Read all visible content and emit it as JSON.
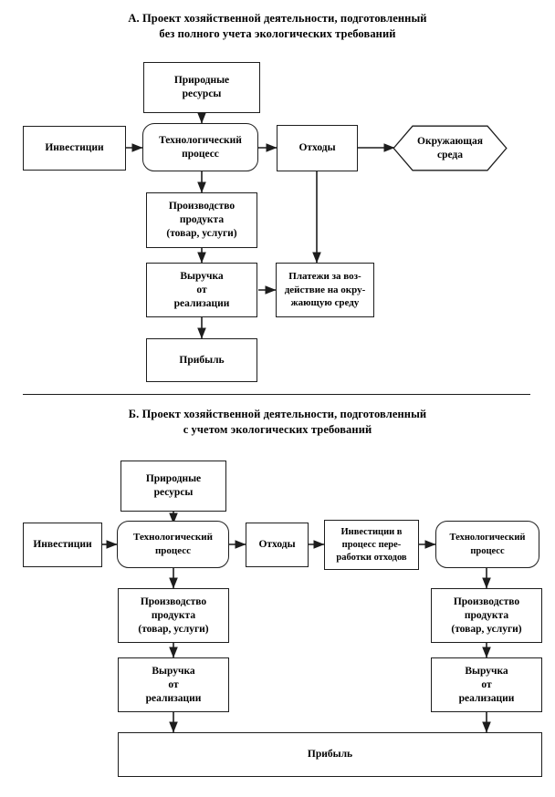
{
  "document": {
    "type": "flow-diagram",
    "language": "ru",
    "line_color": "#1d1d1d",
    "background": "#ffffff"
  },
  "section_a": {
    "title_line1": "А. Проект хозяйственной деятельности, подготовленный",
    "title_line2": "без полного учета экологических требований",
    "nodes": {
      "natural_resources": "Природные\nресурсы",
      "investments": "Инвестиции",
      "tech_process": "Технологический\nпроцесс",
      "waste": "Отходы",
      "environment": "Окружающая\nсреда",
      "production": "Производство\nпродукта\n(товар, услуги)",
      "revenue": "Выручка\nот\nреализации",
      "payments": "Платежи за воз-\nдействие на окру-\nжающую среду",
      "profit": "Прибыль"
    }
  },
  "section_b": {
    "title_line1": "Б. Проект хозяйственной деятельности, подготовленный",
    "title_line2": "с учетом экологических требований",
    "nodes": {
      "natural_resources": "Природные\nресурсы",
      "investments": "Инвестиции",
      "tech_process_1": "Технологический\nпроцесс",
      "waste": "Отходы",
      "waste_investments": "Инвестиции в\nпроцесс пере-\nработки отходов",
      "tech_process_2": "Технологический\nпроцесс",
      "production_1": "Производство\nпродукта\n(товар, услуги)",
      "production_2": "Производство\nпродукта\n(товар, услуги)",
      "revenue_1": "Выручка\nот\nреализации",
      "revenue_2": "Выручка\nот\nреализации",
      "profit": "Прибыль"
    }
  }
}
